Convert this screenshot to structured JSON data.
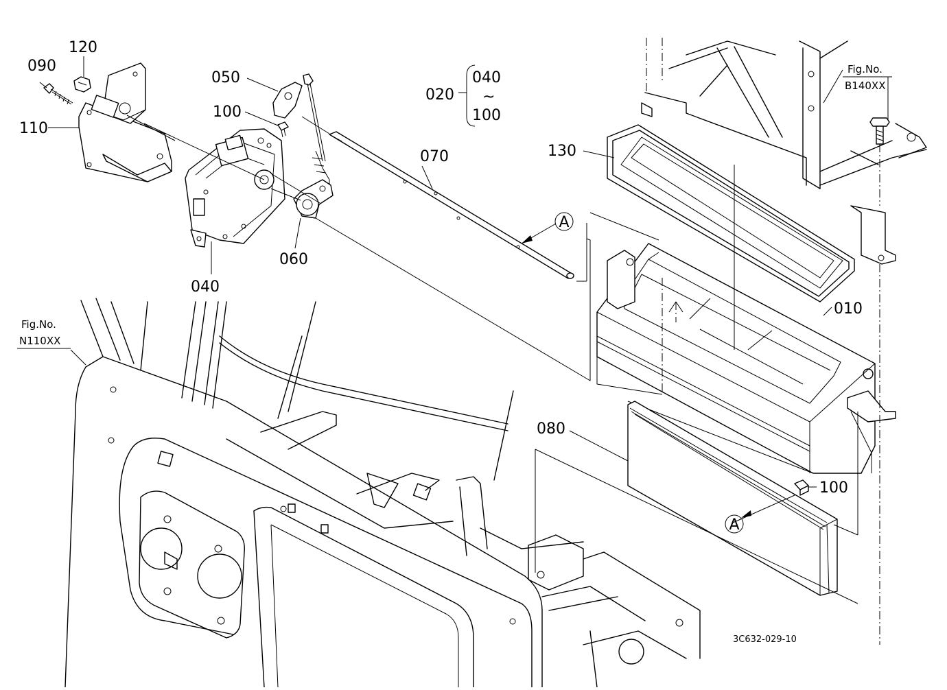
{
  "diagram": {
    "drawing_code": "3C632-029-10",
    "callouts": [
      {
        "id": "c010",
        "text": "010"
      },
      {
        "id": "c020",
        "text": "020"
      },
      {
        "id": "c020_range_start",
        "text": "040"
      },
      {
        "id": "c020_range_tilde",
        "text": "~"
      },
      {
        "id": "c020_range_end",
        "text": "100"
      },
      {
        "id": "c040",
        "text": "040"
      },
      {
        "id": "c050",
        "text": "050"
      },
      {
        "id": "c060",
        "text": "060"
      },
      {
        "id": "c070",
        "text": "070"
      },
      {
        "id": "c080",
        "text": "080"
      },
      {
        "id": "c090",
        "text": "090"
      },
      {
        "id": "c100a",
        "text": "100"
      },
      {
        "id": "c100b",
        "text": "100"
      },
      {
        "id": "c110",
        "text": "110"
      },
      {
        "id": "c120",
        "text": "120"
      },
      {
        "id": "c130",
        "text": "130"
      }
    ],
    "reference_markers": [
      "A",
      "A"
    ],
    "figure_refs": [
      {
        "label": "Fig.No.",
        "number": "B140XX"
      },
      {
        "label": "Fig.No.",
        "number": "N110XX"
      }
    ]
  }
}
